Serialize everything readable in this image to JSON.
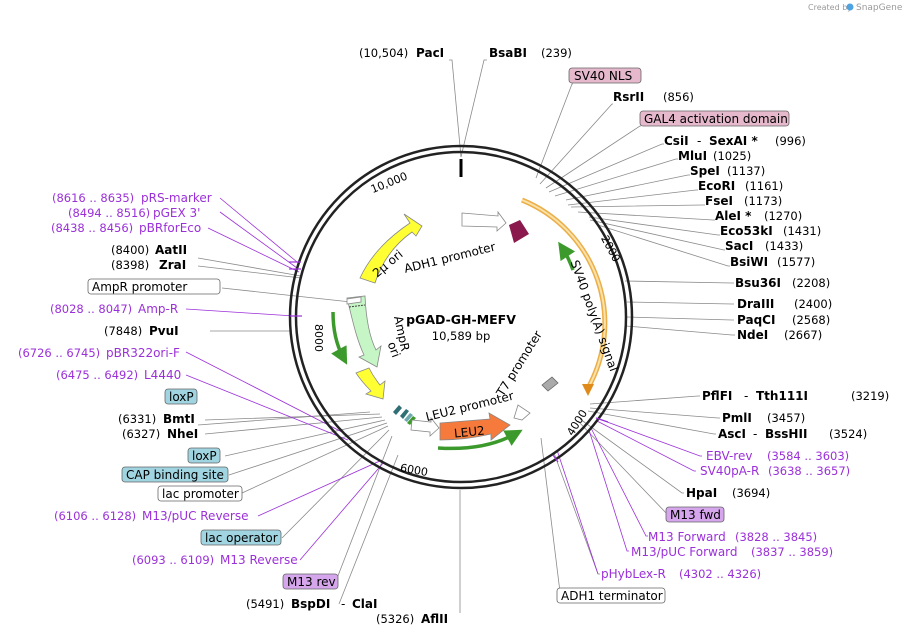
{
  "credit": {
    "prefix": "Created by",
    "brand": "SnapGene"
  },
  "plasmid": {
    "name": "pGAD-GH-MEFV",
    "size": "10,589 bp"
  },
  "ticks": [
    "10,000",
    "2000",
    "4000",
    "6000",
    "8000"
  ],
  "colors": {
    "primer": "#9b30d9",
    "nls_box": "#e6b8cc",
    "gal4_box": "#e6b8cc",
    "blue_box": "#9fd4e0",
    "m13_box": "#d6a6ec"
  },
  "inner_features": {
    "adh1_promoter": "ADH1 promoter",
    "sv40_polya": "SV40 poly(A) signal",
    "t7_promoter": "T7 promoter",
    "leu2_promoter": "LEU2 promoter",
    "leu2": "LEU2",
    "two_mu_ori": "2μ ori",
    "ampr": "AmpR",
    "ori": "ori"
  },
  "sites_right": [
    {
      "name": "BsaBI",
      "pos": "(239)"
    },
    {
      "name": "SV40 NLS"
    },
    {
      "name": "RsrII",
      "pos": "(856)"
    },
    {
      "name": "GAL4 activation domain"
    },
    {
      "name": "CsiI",
      "name2": "SexAI *",
      "pos": "(996)"
    },
    {
      "name": "MluI",
      "pos": "(1025)"
    },
    {
      "name": "SpeI",
      "pos": "(1137)"
    },
    {
      "name": "EcoRI",
      "pos": "(1161)"
    },
    {
      "name": "FseI",
      "pos": "(1173)"
    },
    {
      "name": "AleI *",
      "pos": "(1270)"
    },
    {
      "name": "Eco53kI",
      "pos": "(1431)"
    },
    {
      "name": "SacI",
      "pos": "(1433)"
    },
    {
      "name": "BsiWI",
      "pos": "(1577)"
    },
    {
      "name": "Bsu36I",
      "pos": "(2208)"
    },
    {
      "name": "DraIII",
      "pos": "(2400)"
    },
    {
      "name": "PaqCI",
      "pos": "(2568)"
    },
    {
      "name": "NdeI",
      "pos": "(2667)"
    },
    {
      "name": "PflFI",
      "name2": "Tth111I",
      "pos": "(3219)"
    },
    {
      "name": "PmlI",
      "pos": "(3457)"
    },
    {
      "name": "AscI",
      "name2": "BssHII",
      "pos": "(3524)"
    },
    {
      "name": "EBV-rev",
      "pos": "(3584 .. 3603)"
    },
    {
      "name": "SV40pA-R",
      "pos": "(3638 .. 3657)"
    },
    {
      "name": "HpaI",
      "pos": "(3694)"
    },
    {
      "name": "M13 fwd"
    },
    {
      "name": "M13 Forward",
      "pos": "(3828 .. 3845)"
    },
    {
      "name": "M13/pUC Forward",
      "pos": "(3837 .. 3859)"
    },
    {
      "name": "pHybLex-R",
      "pos": "(4302 .. 4326)"
    },
    {
      "name": "ADH1 terminator"
    }
  ],
  "sites_left": [
    {
      "name": "PacI",
      "pos": "(10,504)"
    },
    {
      "name": "pRS-marker",
      "pos": "(8616 .. 8635)"
    },
    {
      "name": "pGEX 3'",
      "pos": "(8494 .. 8516)"
    },
    {
      "name": "pBRforEco",
      "pos": "(8438 .. 8456)"
    },
    {
      "name": "AatII",
      "pos": "(8400)"
    },
    {
      "name": "ZraI",
      "pos": "(8398)"
    },
    {
      "name": "AmpR promoter"
    },
    {
      "name": "Amp-R",
      "pos": "(8028 .. 8047)"
    },
    {
      "name": "PvuI",
      "pos": "(7848)"
    },
    {
      "name": "pBR322ori-F",
      "pos": "(6726 .. 6745)"
    },
    {
      "name": "L4440",
      "pos": "(6475 .. 6492)"
    },
    {
      "name": "loxP"
    },
    {
      "name": "BmtI",
      "pos": "(6331)"
    },
    {
      "name": "NheI",
      "pos": "(6327)"
    },
    {
      "name": "loxP"
    },
    {
      "name": "CAP binding site"
    },
    {
      "name": "lac promoter"
    },
    {
      "name": "M13/pUC Reverse",
      "pos": "(6106 .. 6128)"
    },
    {
      "name": "lac operator"
    },
    {
      "name": "M13 Reverse",
      "pos": "(6093 .. 6109)"
    },
    {
      "name": "M13 rev"
    },
    {
      "name": "BspDI",
      "name2": "ClaI",
      "pos": "(5491)"
    },
    {
      "name": "AflII",
      "pos": "(5326)"
    }
  ]
}
